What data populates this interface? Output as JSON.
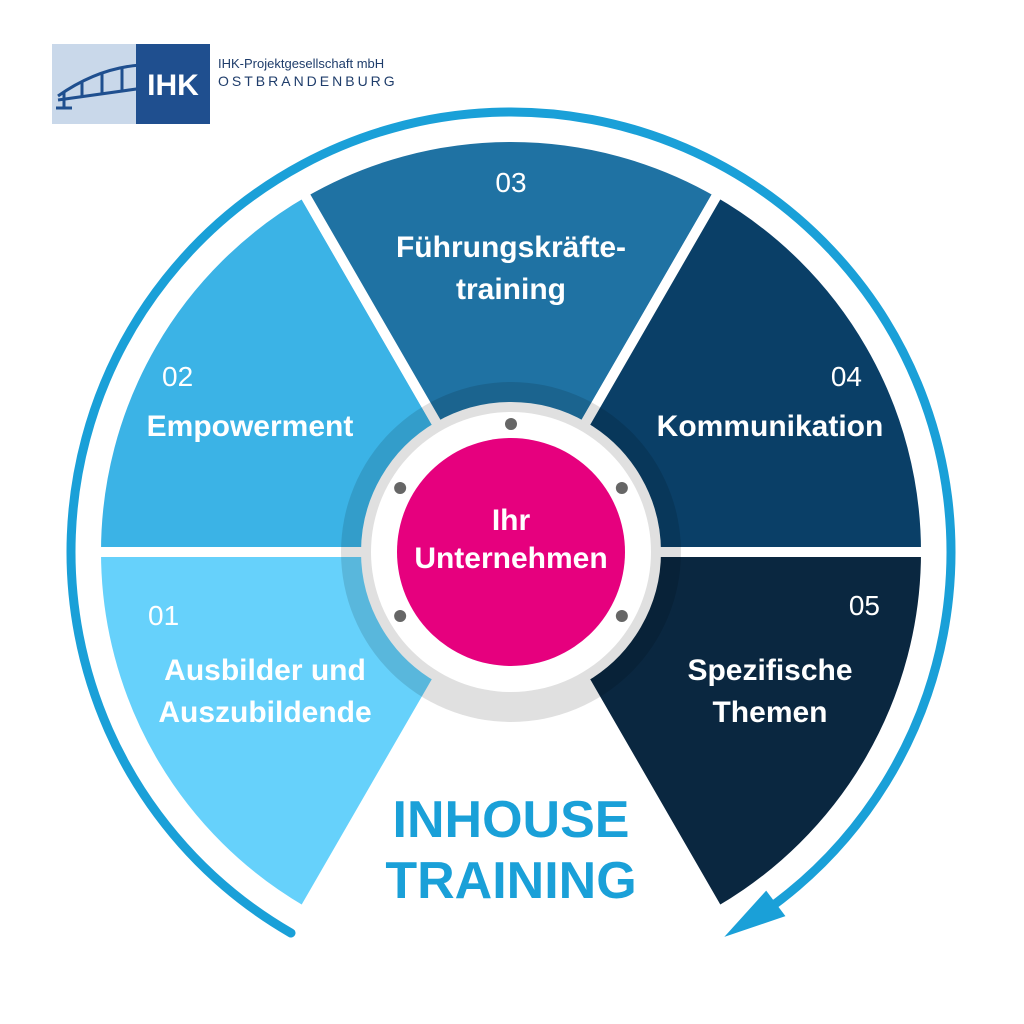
{
  "logo": {
    "mark": "IHK",
    "line1": "IHK-Projektgesellschaft mbH",
    "line2": "OSTBRANDENBURG",
    "icon": "bridge-icon",
    "color": "#1f4f8f"
  },
  "center": {
    "line1": "Ihr",
    "line2": "Unternehmen",
    "color": "#e6007e"
  },
  "title": {
    "line1": "INHOUSE",
    "line2": "TRAINING",
    "color": "#1aa0d8"
  },
  "segments": [
    {
      "number": "01",
      "line1": "Ausbilder und",
      "line2": "Auszubildende",
      "color": "#66d1fb"
    },
    {
      "number": "02",
      "line1": "Empowerment",
      "line2": "",
      "color": "#3bb3e6"
    },
    {
      "number": "03",
      "line1": "Führungskräfte-",
      "line2": "training",
      "color": "#1f72a3"
    },
    {
      "number": "04",
      "line1": "Kommunikation",
      "line2": "",
      "color": "#0a3f67"
    },
    {
      "number": "05",
      "line1": "Spezifische",
      "line2": "Themen",
      "color": "#0a2740"
    }
  ],
  "arrow": {
    "color": "#1aa0d8",
    "icon": "circular-arrow-icon"
  }
}
